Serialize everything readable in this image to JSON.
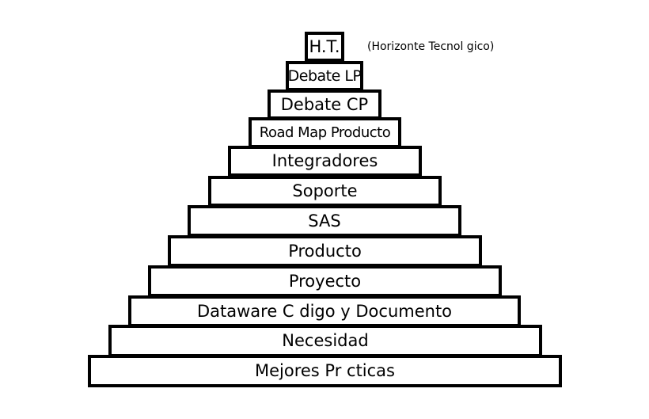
{
  "pyramid": {
    "annotation": "(Horizonte Tecnol gico)",
    "levels": [
      {
        "label": "H.T."
      },
      {
        "label": "Debate LP"
      },
      {
        "label": "Debate CP"
      },
      {
        "label": "Road Map Producto"
      },
      {
        "label": "Integradores"
      },
      {
        "label": "Soporte"
      },
      {
        "label": "SAS"
      },
      {
        "label": "Producto"
      },
      {
        "label": "Proyecto"
      },
      {
        "label": "Dataware C digo y Documento"
      },
      {
        "label": "Necesidad"
      },
      {
        "label": "Mejores Pr cticas"
      }
    ]
  }
}
